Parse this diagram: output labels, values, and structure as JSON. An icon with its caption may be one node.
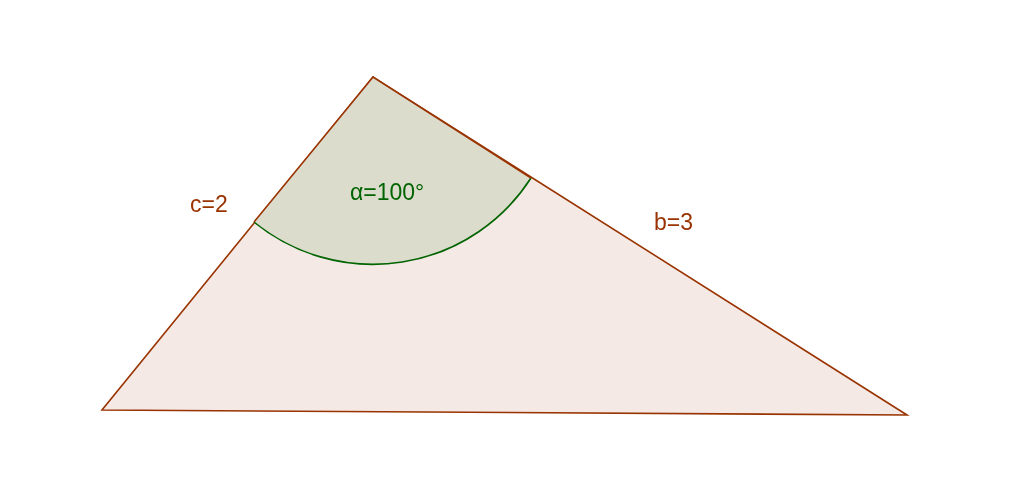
{
  "diagram": {
    "labels": [
      "α=100°",
      "c=2",
      "b=3"
    ]
  }
}
